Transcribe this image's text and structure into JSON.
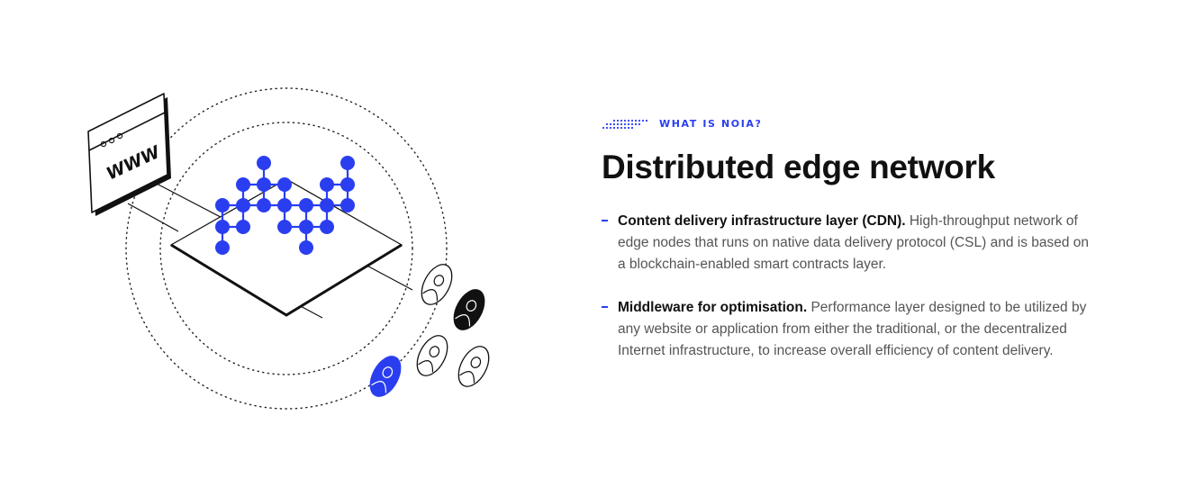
{
  "illustration": {
    "browser_text": "WWW",
    "accent_color": "#2a3ef0",
    "icons": [
      "browser-window-icon",
      "node-network-icon",
      "user-icon"
    ]
  },
  "section": {
    "eyebrow": "WHAT IS NOIA?",
    "title": "Distributed edge network",
    "features": [
      {
        "lead": "Content delivery infrastructure layer (CDN).",
        "text": " High-throughput network of edge nodes that runs on native data delivery protocol (CSL) and is based on a blockchain-enabled smart contracts layer."
      },
      {
        "lead": "Middleware for optimisation.",
        "text": " Performance layer designed to be utilized by any website or application from either the traditional, or the decentralized Internet infrastructure, to increase overall efficiency of content delivery."
      }
    ]
  }
}
